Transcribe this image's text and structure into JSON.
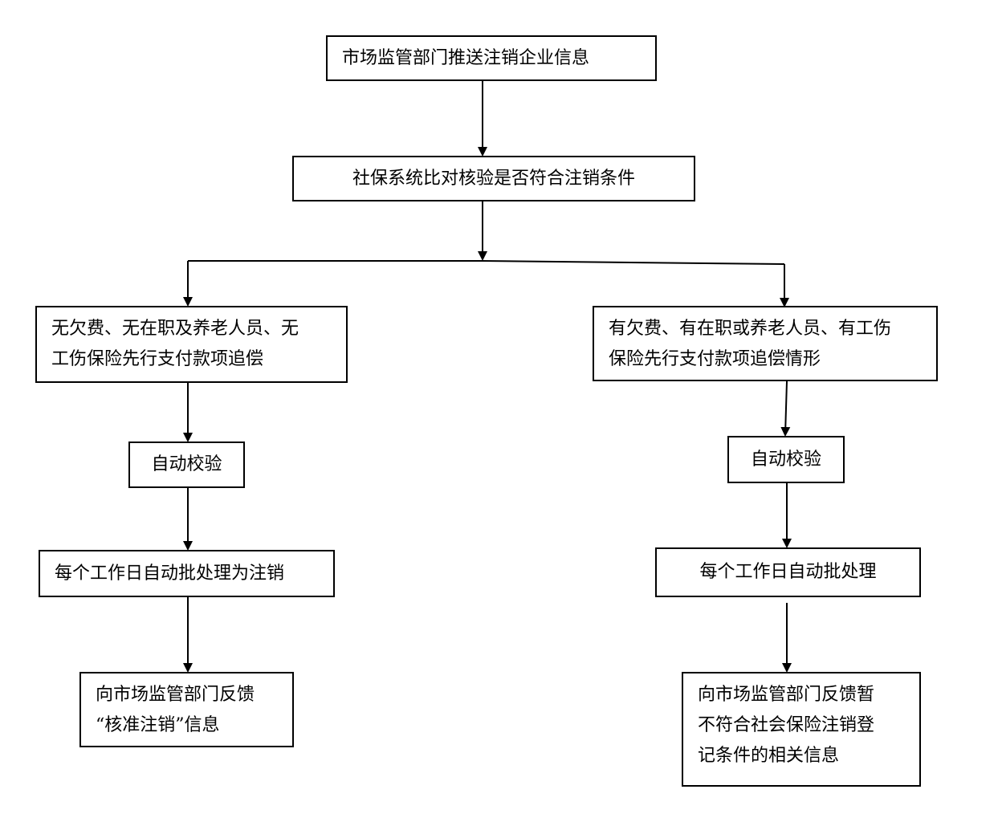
{
  "nodes": {
    "push_info": "市场监管部门推送注销企业信息",
    "check": "社保系统比对核验是否符合注销条件",
    "no_arrears": "无欠费、无在职及养老人员、无\n工伤保险先行支付款项追偿",
    "has_arrears": "有欠费、有在职或养老人员、有工伤\n保险先行支付款项追偿情形",
    "auto_verify_left": "自动校验",
    "auto_verify_right": "自动校验",
    "batch_cancel": "每个工作日自动批处理为注销",
    "batch_process": "每个工作日自动批处理",
    "feedback_approved": "向市场监管部门反馈\n“核准注销”信息",
    "feedback_rejected": "向市场监管部门反馈暂\n不符合社会保险注销登\n记条件的相关信息"
  },
  "edges": [
    {
      "from": "push_info",
      "to": "check"
    },
    {
      "from": "check",
      "to": "no_arrears"
    },
    {
      "from": "check",
      "to": "has_arrears"
    },
    {
      "from": "no_arrears",
      "to": "auto_verify_left"
    },
    {
      "from": "auto_verify_left",
      "to": "batch_cancel"
    },
    {
      "from": "batch_cancel",
      "to": "feedback_approved"
    },
    {
      "from": "has_arrears",
      "to": "auto_verify_right"
    },
    {
      "from": "auto_verify_right",
      "to": "batch_process"
    },
    {
      "from": "batch_process",
      "to": "feedback_rejected"
    }
  ]
}
